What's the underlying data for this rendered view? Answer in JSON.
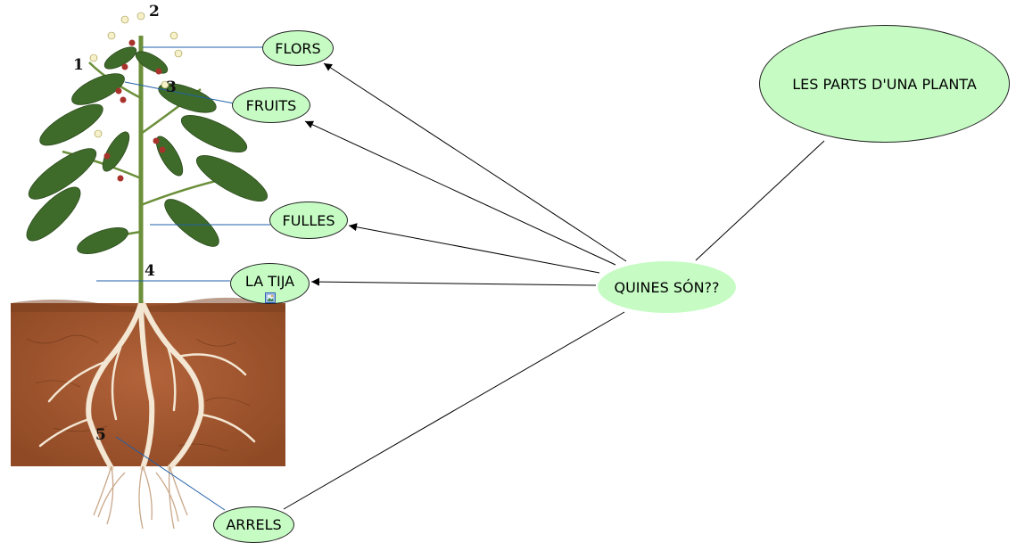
{
  "colors": {
    "node_fill": "#c6fcc4",
    "connector": "#000000",
    "pointer_line": "#1f5fa8",
    "soil": "#a5572f"
  },
  "nodes": {
    "title": "LES PARTS D'UNA PLANTA",
    "center": "QUINES SÓN??",
    "flors": "FLORS",
    "fruits": "FRUITS",
    "fulles": "FULLES",
    "tija": "LA TIJA",
    "arrels": "ARRELS"
  },
  "plant_numbers": [
    "1",
    "2",
    "3",
    "4",
    "5"
  ],
  "icons": {
    "tija_attachment": "image-attachment-icon"
  }
}
